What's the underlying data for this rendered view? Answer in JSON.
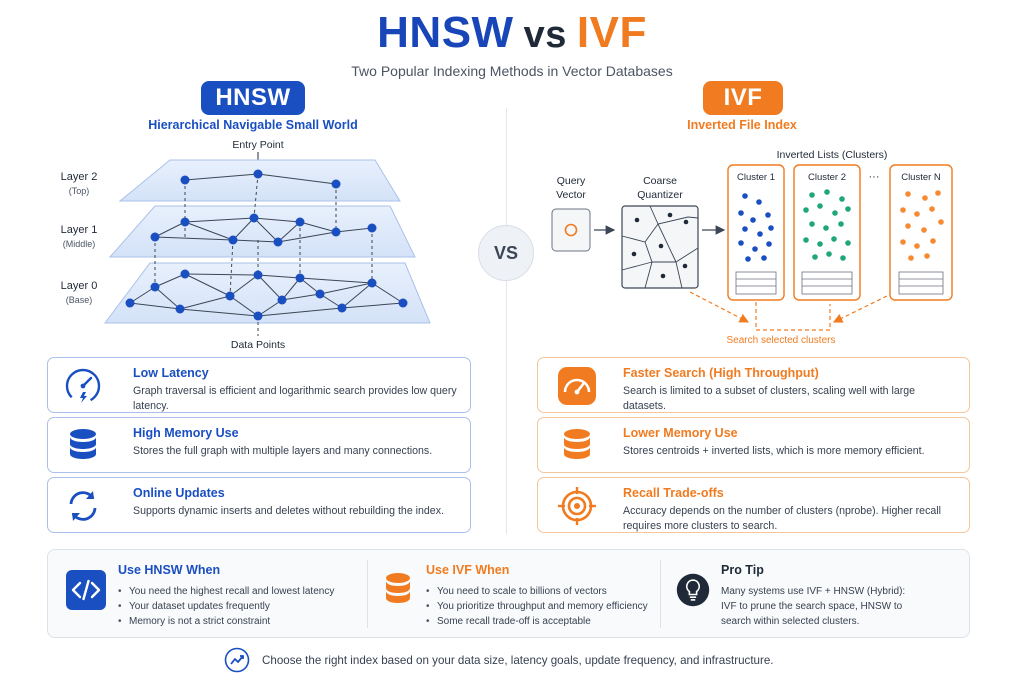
{
  "header": {
    "title_hnsw": "HNSW",
    "title_vs": "vs",
    "title_ivf": "IVF",
    "subtitle": "Two Popular Indexing Methods in Vector Databases"
  },
  "vs_label": "VS",
  "hnsw": {
    "pill": "HNSW",
    "full_name": "Hierarchical Navigable Small World",
    "diagram": {
      "entry_point": "Entry Point",
      "data_points": "Data Points",
      "layers": [
        {
          "name": "Layer 2",
          "sub": "(Top)"
        },
        {
          "name": "Layer 1",
          "sub": "(Middle)"
        },
        {
          "name": "Layer 0",
          "sub": "(Base)"
        }
      ]
    },
    "cards": [
      {
        "title": "Low Latency",
        "desc": "Graph traversal is efficient and logarithmic search provides low query latency.",
        "icon": "speedometer-icon"
      },
      {
        "title": "High Memory Use",
        "desc": "Stores the full graph with multiple layers and many connections.",
        "icon": "database-icon"
      },
      {
        "title": "Online Updates",
        "desc": "Supports dynamic inserts and deletes without rebuilding the index.",
        "icon": "sync-icon"
      }
    ]
  },
  "ivf": {
    "pill": "IVF",
    "full_name": "Inverted File Index",
    "diagram": {
      "query_vector_1": "Query",
      "query_vector_2": "Vector",
      "coarse_1": "Coarse",
      "coarse_2": "Quantizer",
      "inverted_lists": "Inverted Lists (Clusters)",
      "clusters": [
        "Cluster 1",
        "Cluster 2",
        "Cluster N"
      ],
      "ellipsis": "···",
      "search_selected": "Search selected clusters"
    },
    "cards": [
      {
        "title": "Faster Search (High Throughput)",
        "desc": "Search is limited to a subset of clusters, scaling well with large datasets.",
        "icon": "gauge-icon"
      },
      {
        "title": "Lower Memory Use",
        "desc": "Stores centroids + inverted lists, which is more memory efficient.",
        "icon": "database-icon"
      },
      {
        "title": "Recall Trade-offs",
        "desc": "Accuracy depends on the number of clusters (nprobe). Higher recall requires more clusters to search.",
        "icon": "target-icon"
      }
    ]
  },
  "bottom": {
    "use_hnsw": {
      "title": "Use HNSW When",
      "items": [
        "You need the highest recall and lowest latency",
        "Your dataset updates frequently",
        "Memory is not a strict constraint"
      ]
    },
    "use_ivf": {
      "title": "Use IVF When",
      "items": [
        "You need to scale to billions of vectors",
        "You prioritize throughput and memory efficiency",
        "Some recall trade-off is acceptable"
      ]
    },
    "pro_tip": {
      "title": "Pro Tip",
      "text": "Many systems use IVF + HNSW (Hybrid): IVF to prune the search space, HNSW to search within selected clusters."
    }
  },
  "footer": "Choose the right index based on your data size, latency goals, update frequency, and infrastructure.",
  "colors": {
    "hnsw_blue": "#1a4fc2",
    "ivf_orange": "#f07b20",
    "cluster_green": "#1fa67a"
  }
}
